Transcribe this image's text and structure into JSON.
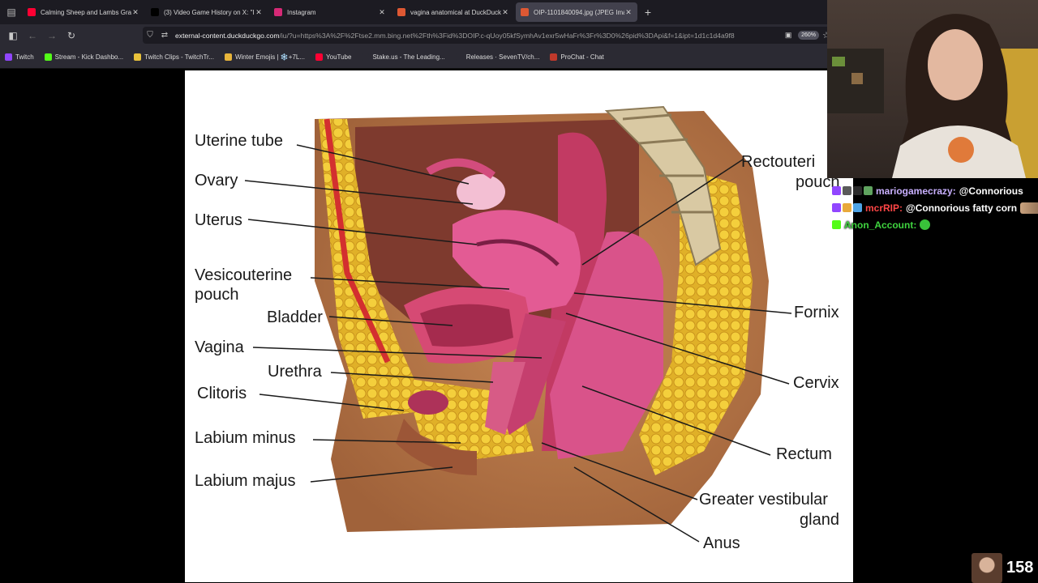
{
  "browser": {
    "tabs": [
      {
        "title": "Calming Sheep and Lambs Gra",
        "icon": "youtube-icon",
        "color": "#ff0033",
        "active": false
      },
      {
        "title": "(3) Video Game History on X: \"I",
        "icon": "x-icon",
        "color": "#000000",
        "active": false
      },
      {
        "title": "Instagram",
        "icon": "instagram-icon",
        "color": "#d62976",
        "active": false
      },
      {
        "title": "vagina anatomical at DuckDuck",
        "icon": "duckduckgo-icon",
        "color": "#de5833",
        "active": false
      },
      {
        "title": "OIP-1101840094.jpg (JPEG Ima",
        "icon": "image-icon",
        "color": "#de5833",
        "active": true
      }
    ],
    "url_host": "external-content.duckduckgo.com",
    "url_prefix": "",
    "url_rest": "/iu/?u=https%3A%2F%2Ftse2.mm.bing.net%2Fth%3Fid%3DOIP.c-qUoy05kfSymhAv1exr5wHaFr%3Fr%3D0%26pid%3DApi&f=1&ipt=1d1c1d4a9f8",
    "zoom": "260%",
    "bookmarks": [
      {
        "label": "Twitch",
        "icon": "twitch-icon",
        "color": "#9146ff"
      },
      {
        "label": "Stream - Kick Dashbo...",
        "icon": "kick-icon",
        "color": "#53fc18"
      },
      {
        "label": "Twitch Clips - TwitchTr...",
        "icon": "twitchtracker-icon",
        "color": "#e9c23b"
      },
      {
        "label": "Winter Emojis | ❄️+7L...",
        "icon": "folder-icon",
        "color": "#e8b53b"
      },
      {
        "label": "YouTube",
        "icon": "youtube-icon",
        "color": "#ff0033"
      },
      {
        "label": "Stake.us - The Leading...",
        "icon": "stake-icon",
        "color": "#2b2a33"
      },
      {
        "label": "Releases · SevenTV/ch...",
        "icon": "github-icon",
        "color": "#2b2a33"
      },
      {
        "label": "ProChat - Chat",
        "icon": "prochat-icon",
        "color": "#c0392b"
      }
    ]
  },
  "diagram": {
    "labels": {
      "uterine_tube": "Uterine tube",
      "ovary": "Ovary",
      "uterus": "Uterus",
      "vesicouterine_1": "Vesicouterine",
      "vesicouterine_2": "pouch",
      "bladder": "Bladder",
      "vagina": "Vagina",
      "urethra": "Urethra",
      "clitoris": "Clitoris",
      "labium_minus": "Labium minus",
      "labium_majus": "Labium majus",
      "rectouterine_1": "Rectouteri",
      "rectouterine_2": "pouch",
      "fornix": "Fornix",
      "cervix": "Cervix",
      "rectum": "Rectum",
      "greater_vestibular_1": "Greater vestibular",
      "greater_vestibular_2": "gland",
      "anus": "Anus"
    }
  },
  "chat": {
    "messages": [
      {
        "user": "mariogamecrazy:",
        "color": "#c9b0ff",
        "text": "@Connorious",
        "badges": [
          "#9146ff",
          "#5a5a5a",
          "#2b2b2b",
          "#5fa35f"
        ],
        "emote": ""
      },
      {
        "user": "mcrRIP:",
        "color": "#ff4646",
        "text": "@Connorious fatty corn",
        "badges": [
          "#9146ff",
          "#e9a93b",
          "#4ea4e6"
        ],
        "emote": "face"
      },
      {
        "user": "Anon_Account:",
        "color": "#3fd43f",
        "text": "",
        "badges": [
          "#53fc18"
        ],
        "emote": "green"
      }
    ]
  },
  "viewer_count": "158"
}
